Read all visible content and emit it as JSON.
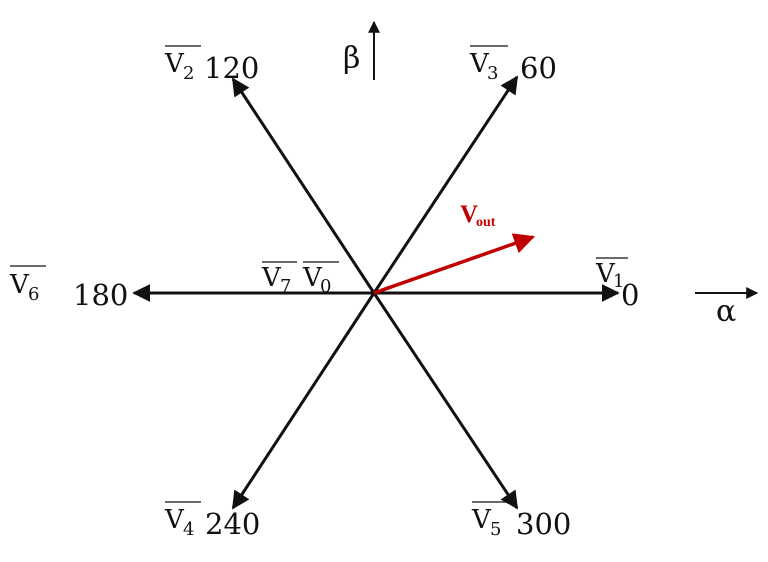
{
  "diagram": {
    "center_label": {
      "v7": "7",
      "v0": "0"
    },
    "vectors": [
      {
        "id": "v1",
        "name": "V",
        "sub": "1",
        "angle_label": "0"
      },
      {
        "id": "v3",
        "name": "V",
        "sub": "3",
        "angle_label": "60"
      },
      {
        "id": "v2",
        "name": "V",
        "sub": "2",
        "angle_label": "120"
      },
      {
        "id": "v6",
        "name": "V",
        "sub": "6",
        "angle_label": "180"
      },
      {
        "id": "v4",
        "name": "V",
        "sub": "4",
        "angle_label": "240"
      },
      {
        "id": "v5",
        "name": "V",
        "sub": "5",
        "angle_label": "300"
      }
    ],
    "axes": {
      "alpha": "α",
      "beta": "β"
    },
    "output_vector": {
      "name": "V",
      "sub": "out",
      "color": "#c00000"
    },
    "arrow_color": "#111111"
  }
}
